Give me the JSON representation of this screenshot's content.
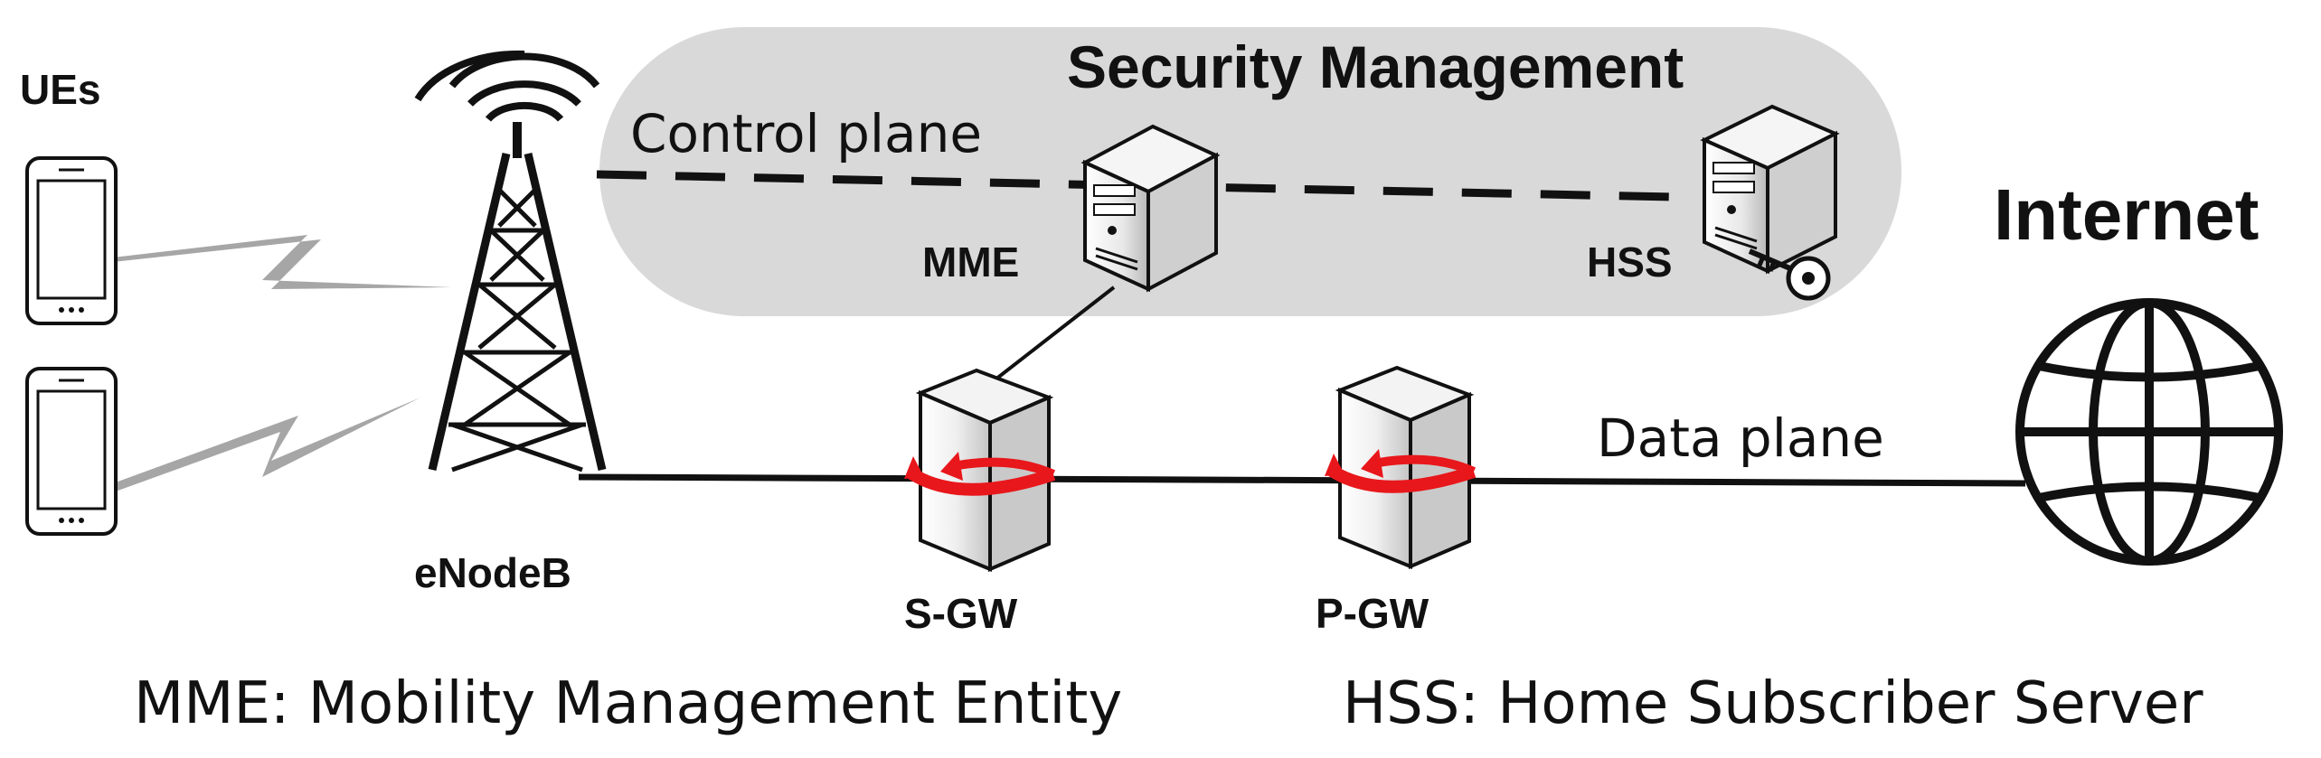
{
  "labels": {
    "ues": "UEs",
    "enodeb": "eNodeB",
    "security_management": "Security Management",
    "control_plane": "Control plane",
    "mme": "MME",
    "hss": "HSS",
    "internet": "Internet",
    "data_plane": "Data plane",
    "sgw": "S-GW",
    "pgw": "P-GW"
  },
  "legend": {
    "mme": "MME: Mobility Management Entity",
    "hss": "HSS: Home Subscriber Server"
  },
  "colors": {
    "security_region": "#d9d9d9",
    "arrow_red": "#e8171b",
    "lightning": "#a6a6a6",
    "stroke": "#111111"
  }
}
